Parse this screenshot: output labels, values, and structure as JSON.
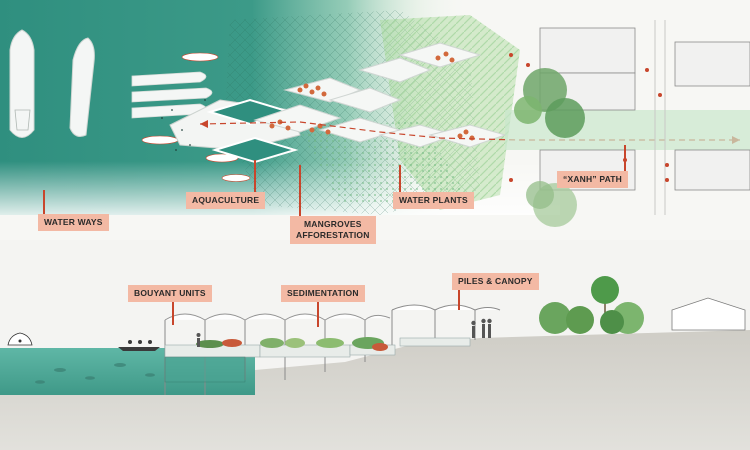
{
  "labels": {
    "water_ways": "WATER WAYS",
    "aquaculture": "AQUACULTURE",
    "mangroves": "MANGROVES\nAFFORESTATION",
    "water_plants": "WATER PLANTS",
    "xanh_path": "“XANH” PATH",
    "bouyant_units": "BOUYANT UNITS",
    "sedimentation": "SEDIMENTATION",
    "piles_canopy": "PILES & CANOPY"
  },
  "colors": {
    "water": "#2f8f7f",
    "water_light": "#5fb7a6",
    "mangrove_green": "#8fc98a",
    "tag_fill": "#f3b9a4",
    "accent_red": "#c8462c",
    "ground": "#d9d8d2"
  }
}
